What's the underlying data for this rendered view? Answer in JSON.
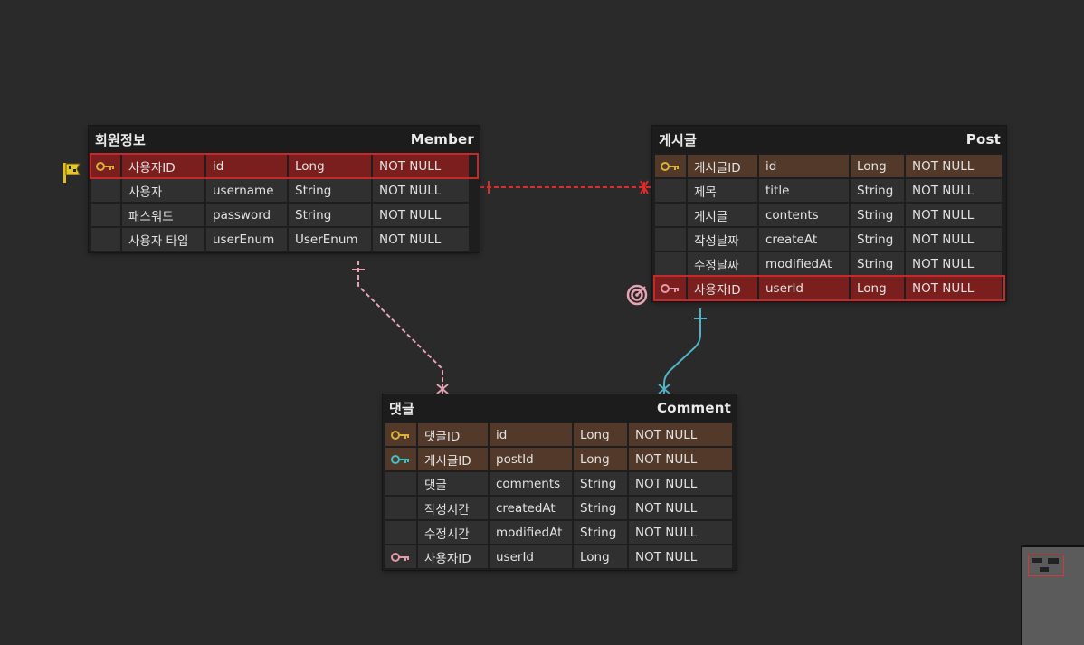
{
  "colors": {
    "background": "#2a2a2b",
    "pk_key": "#d9b13a",
    "fk_key_cyan": "#3bc3c9",
    "fk_key_pink": "#e59aa8",
    "relation_red": "#e02b2b",
    "relation_pink": "#e8a4b4",
    "relation_cyan": "#4fb4c8",
    "highlight": "#c42a2a"
  },
  "tables": [
    {
      "id": "member",
      "logical_name": "회원정보",
      "physical_name": "Member",
      "columns": [
        {
          "logical": "사용자ID",
          "physical": "id",
          "type": "Long",
          "constraint": "NOT NULL",
          "key": "pk",
          "state": "highlighted"
        },
        {
          "logical": "사용자",
          "physical": "username",
          "type": "String",
          "constraint": "NOT NULL",
          "key": "",
          "state": ""
        },
        {
          "logical": "패스워드",
          "physical": "password",
          "type": "String",
          "constraint": "NOT NULL",
          "key": "",
          "state": ""
        },
        {
          "logical": "사용자 타입",
          "physical": "userEnum",
          "type": "UserEnum",
          "constraint": "NOT NULL",
          "key": "",
          "state": ""
        }
      ]
    },
    {
      "id": "post",
      "logical_name": "게시글",
      "physical_name": "Post",
      "columns": [
        {
          "logical": "게시글ID",
          "physical": "id",
          "type": "Long",
          "constraint": "NOT NULL",
          "key": "pk",
          "state": ""
        },
        {
          "logical": "제목",
          "physical": "title",
          "type": "String",
          "constraint": "NOT NULL",
          "key": "",
          "state": ""
        },
        {
          "logical": "게시글",
          "physical": "contents",
          "type": "String",
          "constraint": "NOT NULL",
          "key": "",
          "state": ""
        },
        {
          "logical": "작성날짜",
          "physical": "createAt",
          "type": "String",
          "constraint": "NOT NULL",
          "key": "",
          "state": ""
        },
        {
          "logical": "수정날짜",
          "physical": "modifiedAt",
          "type": "String",
          "constraint": "NOT NULL",
          "key": "",
          "state": ""
        },
        {
          "logical": "사용자ID",
          "physical": "userId",
          "type": "Long",
          "constraint": "NOT NULL",
          "key": "fk-pink",
          "state": "highlighted"
        }
      ]
    },
    {
      "id": "comment",
      "logical_name": "댓글",
      "physical_name": "Comment",
      "columns": [
        {
          "logical": "댓글ID",
          "physical": "id",
          "type": "Long",
          "constraint": "NOT NULL",
          "key": "pk",
          "state": ""
        },
        {
          "logical": "게시글ID",
          "physical": "postId",
          "type": "Long",
          "constraint": "NOT NULL",
          "key": "fk-cyan",
          "state": ""
        },
        {
          "logical": "댓글",
          "physical": "comments",
          "type": "String",
          "constraint": "NOT NULL",
          "key": "",
          "state": ""
        },
        {
          "logical": "작성시간",
          "physical": "createdAt",
          "type": "String",
          "constraint": "NOT NULL",
          "key": "",
          "state": ""
        },
        {
          "logical": "수정시간",
          "physical": "modifiedAt",
          "type": "String",
          "constraint": "NOT NULL",
          "key": "",
          "state": ""
        },
        {
          "logical": "사용자ID",
          "physical": "userId",
          "type": "Long",
          "constraint": "NOT NULL",
          "key": "fk-pink",
          "state": ""
        }
      ]
    }
  ],
  "relations": [
    {
      "from": "member",
      "to": "post",
      "style": "dashed",
      "color": "red",
      "from_end": "one",
      "to_end": "many"
    },
    {
      "from": "member",
      "to": "comment",
      "style": "dashed",
      "color": "pink",
      "from_end": "one",
      "to_end": "many"
    },
    {
      "from": "post",
      "to": "comment",
      "style": "solid",
      "color": "cyan",
      "from_end": "one",
      "to_end": "many"
    }
  ],
  "icons": {
    "pk": "key-icon",
    "member_marker": "flag-icon",
    "post_marker": "target-icon"
  }
}
